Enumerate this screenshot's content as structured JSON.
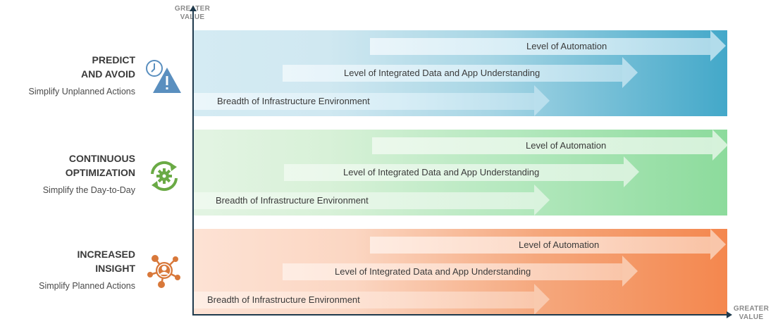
{
  "axes": {
    "y_label_line1": "GREATER",
    "y_label_line2": "VALUE",
    "x_label_line1": "GREATER",
    "x_label_line2": "VALUE"
  },
  "rows": [
    {
      "title_line1": "PREDICT",
      "title_line2": "AND AVOID",
      "subtitle": "Simplify Unplanned Actions",
      "icon": "clock-warning-icon",
      "color": "#43a8c9",
      "arrows": [
        "Level of Automation",
        "Level of Integrated Data and App Understanding",
        "Breadth of Infrastructure Environment"
      ]
    },
    {
      "title_line1": "CONTINUOUS",
      "title_line2": "OPTIMIZATION",
      "subtitle": "Simplify the Day-to-Day",
      "icon": "gear-refresh-icon",
      "color": "#6aaa45",
      "arrows": [
        "Level of Automation",
        "Level of Integrated Data and App Understanding",
        "Breadth of Infrastructure Environment"
      ]
    },
    {
      "title_line1": "INCREASED",
      "title_line2": "INSIGHT",
      "subtitle": "Simplify Planned Actions",
      "icon": "user-network-icon",
      "color": "#d8783a",
      "arrows": [
        "Level of Automation",
        "Level of Integrated Data and App Understanding",
        "Breadth of Infrastructure Environment"
      ]
    }
  ]
}
